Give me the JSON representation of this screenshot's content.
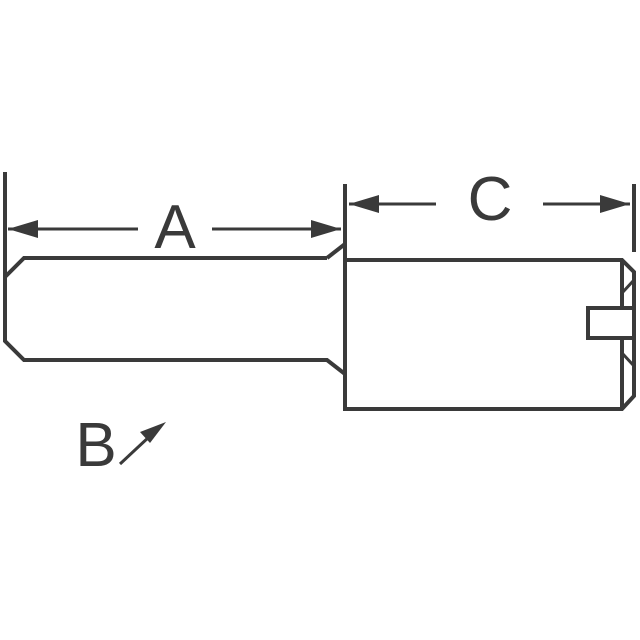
{
  "labels": {
    "a": "A",
    "b": "B",
    "c": "C"
  },
  "colors": {
    "stroke": "#3a3a3a",
    "background": "#ffffff"
  }
}
